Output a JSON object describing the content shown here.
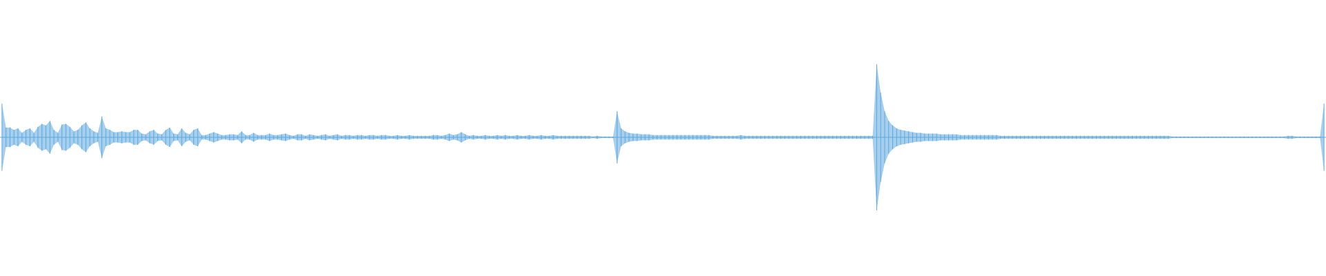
{
  "waveform": {
    "color": "#5BA8DF",
    "background": "#FFFFFF",
    "peaks": [
      0.45,
      0.13,
      0.13,
      0.1,
      0.12,
      0.06,
      0.1,
      0.12,
      0.06,
      0.14,
      0.18,
      0.16,
      0.22,
      0.1,
      0.06,
      0.17,
      0.18,
      0.14,
      0.08,
      0.1,
      0.16,
      0.2,
      0.12,
      0.08,
      0.06,
      0.28,
      0.12,
      0.1,
      0.07,
      0.07,
      0.08,
      0.07,
      0.07,
      0.1,
      0.1,
      0.05,
      0.04,
      0.08,
      0.1,
      0.05,
      0.04,
      0.1,
      0.13,
      0.05,
      0.04,
      0.12,
      0.06,
      0.04,
      0.1,
      0.12,
      0.03,
      0.03,
      0.05,
      0.07,
      0.05,
      0.03,
      0.03,
      0.04,
      0.04,
      0.03,
      0.08,
      0.03,
      0.03,
      0.06,
      0.03,
      0.03,
      0.03,
      0.05,
      0.03,
      0.03,
      0.04,
      0.05,
      0.03,
      0.02,
      0.04,
      0.04,
      0.02,
      0.04,
      0.03,
      0.02,
      0.03,
      0.04,
      0.02,
      0.03,
      0.04,
      0.02,
      0.03,
      0.03,
      0.02,
      0.03,
      0.03,
      0.02,
      0.03,
      0.03,
      0.02,
      0.03,
      0.03,
      0.02,
      0.02,
      0.03,
      0.02,
      0.02,
      0.03,
      0.02,
      0.02,
      0.02,
      0.02,
      0.02,
      0.03,
      0.03,
      0.02,
      0.03,
      0.05,
      0.03,
      0.04,
      0.07,
      0.04,
      0.02,
      0.03,
      0.02,
      0.02,
      0.03,
      0.02,
      0.02,
      0.03,
      0.02,
      0.03,
      0.02,
      0.02,
      0.03,
      0.02,
      0.02,
      0.03,
      0.02,
      0.02,
      0.03,
      0.02,
      0.02,
      0.03,
      0.02,
      0.02,
      0.02,
      0.02,
      0.02,
      0.02,
      0.02,
      0.02,
      0.02,
      0.01,
      0.02,
      0.01,
      0.01,
      0.01,
      0.01,
      0.35,
      0.12,
      0.08,
      0.06,
      0.05,
      0.05,
      0.04,
      0.04,
      0.04,
      0.03,
      0.03,
      0.03,
      0.03,
      0.03,
      0.03,
      0.03,
      0.03,
      0.03,
      0.03,
      0.03,
      0.03,
      0.03,
      0.03,
      0.03,
      0.02,
      0.02,
      0.02,
      0.02,
      0.02,
      0.02,
      0.02,
      0.03,
      0.02,
      0.02,
      0.02,
      0.02,
      0.02,
      0.02,
      0.02,
      0.02,
      0.02,
      0.02,
      0.02,
      0.02,
      0.02,
      0.02,
      0.02,
      0.02,
      0.02,
      0.02,
      0.02,
      0.02,
      0.02,
      0.02,
      0.02,
      0.02,
      0.02,
      0.02,
      0.02,
      0.02,
      0.02,
      0.02,
      0.02,
      0.02,
      0.02,
      0.98,
      0.6,
      0.35,
      0.22,
      0.16,
      0.12,
      0.1,
      0.09,
      0.08,
      0.07,
      0.06,
      0.06,
      0.05,
      0.05,
      0.05,
      0.05,
      0.04,
      0.04,
      0.04,
      0.04,
      0.04,
      0.03,
      0.03,
      0.03,
      0.03,
      0.03,
      0.03,
      0.03,
      0.03,
      0.03,
      0.03,
      0.02,
      0.02,
      0.02,
      0.02,
      0.02,
      0.02,
      0.02,
      0.02,
      0.02,
      0.02,
      0.02,
      0.02,
      0.02,
      0.02,
      0.02,
      0.02,
      0.02,
      0.02,
      0.02,
      0.02,
      0.02,
      0.02,
      0.02,
      0.02,
      0.02,
      0.02,
      0.02,
      0.02,
      0.02,
      0.02,
      0.02,
      0.02,
      0.02,
      0.02,
      0.02,
      0.02,
      0.02,
      0.02,
      0.02,
      0.02,
      0.02,
      0.02,
      0.02,
      0.01,
      0.01,
      0.01,
      0.01,
      0.01,
      0.01,
      0.01,
      0.01,
      0.01,
      0.01,
      0.01,
      0.01,
      0.01,
      0.01,
      0.01,
      0.01,
      0.01,
      0.01,
      0.01,
      0.01,
      0.01,
      0.01,
      0.01,
      0.01,
      0.01,
      0.01,
      0.01,
      0.01,
      0.01,
      0.02,
      0.02,
      0.01,
      0.01,
      0.01,
      0.01,
      0.01,
      0.01,
      0.01,
      0.45
    ]
  }
}
